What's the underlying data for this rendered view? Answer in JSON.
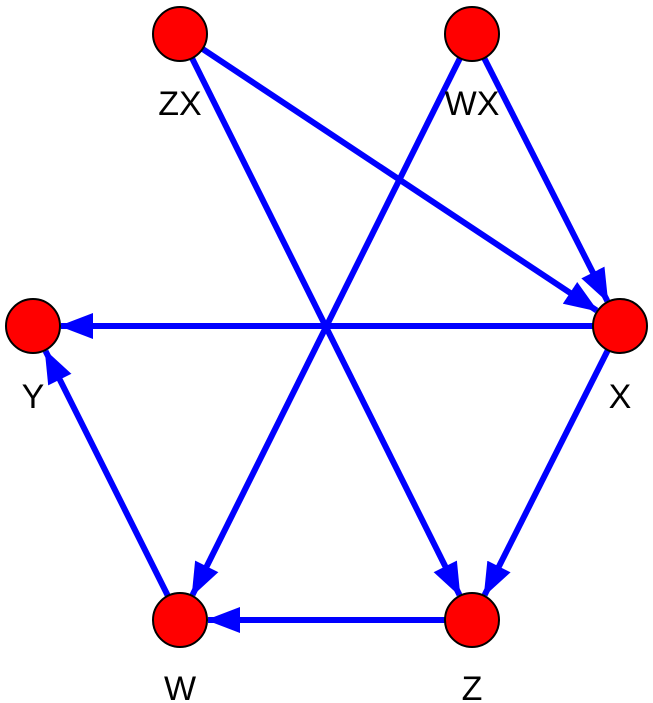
{
  "colors": {
    "node_fill": "#ff0000",
    "node_stroke": "#000000",
    "edge": "#0000ff",
    "label": "#000000",
    "background": "#ffffff"
  },
  "nodes": [
    {
      "id": "ZX",
      "label": "ZX"
    },
    {
      "id": "WX",
      "label": "WX"
    },
    {
      "id": "Y",
      "label": "Y"
    },
    {
      "id": "X",
      "label": "X"
    },
    {
      "id": "W",
      "label": "W"
    },
    {
      "id": "Z",
      "label": "Z"
    }
  ],
  "edges": [
    {
      "from": "ZX",
      "to": "X"
    },
    {
      "from": "ZX",
      "to": "Z"
    },
    {
      "from": "WX",
      "to": "X"
    },
    {
      "from": "WX",
      "to": "W"
    },
    {
      "from": "X",
      "to": "Y"
    },
    {
      "from": "X",
      "to": "Z"
    },
    {
      "from": "Z",
      "to": "W"
    },
    {
      "from": "W",
      "to": "Y"
    }
  ]
}
